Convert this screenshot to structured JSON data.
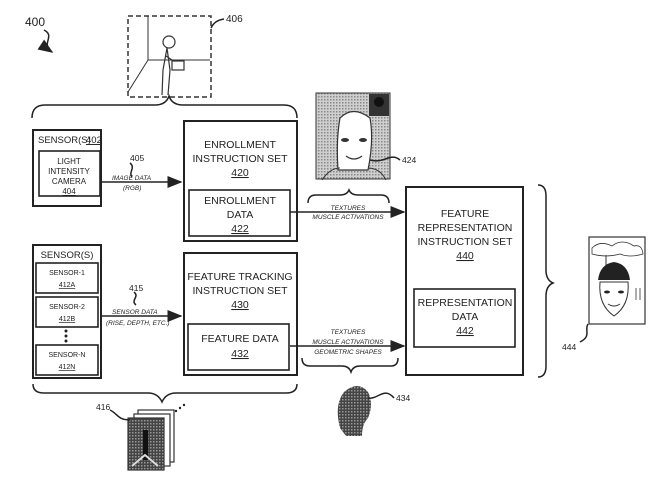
{
  "figure_ref": "400",
  "scene": {
    "ref": "406"
  },
  "sensor_block_1": {
    "title": "SENSOR(S)",
    "ref": "402",
    "inner": {
      "lines": [
        "LIGHT",
        "INTENSITY",
        "CAMERA"
      ],
      "ref": "404"
    }
  },
  "sensor_block_2": {
    "title": "SENSOR(S)",
    "sensors": [
      {
        "label": "SENSOR-1",
        "ref": "412A"
      },
      {
        "label": "SENSOR-2",
        "ref": "412B"
      },
      {
        "label": "SENSOR-N",
        "ref": "412N"
      }
    ],
    "ellipsis": "⋮"
  },
  "arrow_405": {
    "ref": "405",
    "lines": [
      "IMAGE DATA",
      "(RGB)"
    ]
  },
  "arrow_415": {
    "ref": "415",
    "lines": [
      "SENSOR DATA",
      "(RISE, DEPTH, ETC.)"
    ]
  },
  "enrollment": {
    "lines": [
      "ENROLLMENT",
      "INSTRUCTION SET"
    ],
    "ref": "420",
    "data": {
      "lines": [
        "ENROLLMENT",
        "DATA"
      ],
      "ref": "422"
    }
  },
  "tracking": {
    "lines": [
      "FEATURE TRACKING",
      "INSTRUCTION SET"
    ],
    "ref": "430",
    "data": {
      "lines": [
        "FEATURE DATA"
      ],
      "ref": "432"
    }
  },
  "representation": {
    "lines": [
      "FEATURE",
      "REPRESENTATION",
      "INSTRUCTION SET"
    ],
    "ref": "440",
    "data": {
      "lines": [
        "REPRESENTATION",
        "DATA"
      ],
      "ref": "442"
    }
  },
  "flow_upper": {
    "lines": [
      "TEXTURES",
      "MUSCLE ACTIVATIONS"
    ]
  },
  "flow_lower": {
    "lines": [
      "TEXTURES",
      "MUSCLE ACTIVATIONS",
      "GEOMETRIC SHAPES"
    ]
  },
  "enroll_image": {
    "ref": "424"
  },
  "head_model": {
    "ref": "434"
  },
  "image_stack": {
    "ref": "416"
  },
  "avatar_output": {
    "ref": "444"
  }
}
